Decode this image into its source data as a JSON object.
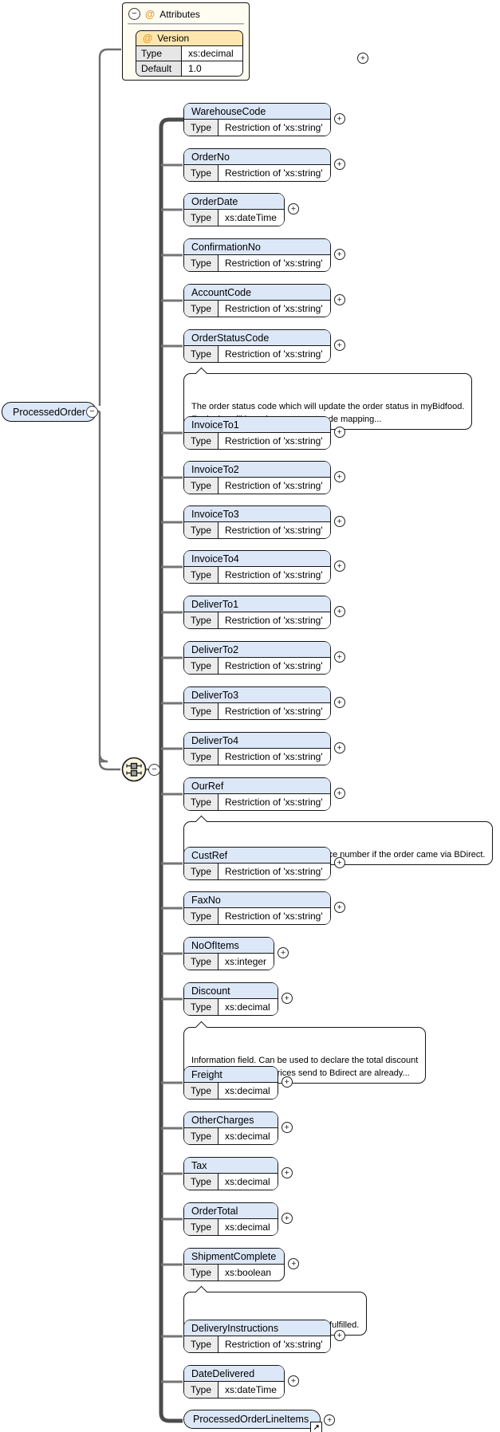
{
  "root": {
    "name": "ProcessedOrder"
  },
  "labels": {
    "type": "Type"
  },
  "icons": {
    "collapse": "−",
    "expand": "+",
    "attribute": "@",
    "reference": "↗"
  },
  "colors": {
    "element_header": "#dce7f7",
    "attribute_header": "#fde7ae",
    "attributes_panel": "#fffdf2",
    "type_label_cell": "#ececec",
    "connector_trunk": "#4c4c4c",
    "connector_line": "#6e6e6e"
  },
  "attributes_panel": {
    "title": "Attributes",
    "attribute": {
      "name": "Version",
      "rows": [
        {
          "label": "Type",
          "value": "xs:decimal"
        },
        {
          "label": "Default",
          "value": "1.0"
        }
      ]
    }
  },
  "elements": [
    {
      "name": "WarehouseCode",
      "type": "Restriction of 'xs:string'"
    },
    {
      "name": "OrderNo",
      "type": "Restriction of 'xs:string'"
    },
    {
      "name": "OrderDate",
      "type": "xs:dateTime"
    },
    {
      "name": "ConfirmationNo",
      "type": "Restriction of 'xs:string'"
    },
    {
      "name": "AccountCode",
      "type": "Restriction of 'xs:string'"
    },
    {
      "name": "OrderStatusCode",
      "type": "Restriction of 'xs:string'",
      "annotation": "The order status code which will update the order status in myBidfood.\nEach site will have is own status code mapping..."
    },
    {
      "name": "InvoiceTo1",
      "type": "Restriction of 'xs:string'"
    },
    {
      "name": "InvoiceTo2",
      "type": "Restriction of 'xs:string'"
    },
    {
      "name": "InvoiceTo3",
      "type": "Restriction of 'xs:string'"
    },
    {
      "name": "InvoiceTo4",
      "type": "Restriction of 'xs:string'"
    },
    {
      "name": "DeliverTo1",
      "type": "Restriction of 'xs:string'"
    },
    {
      "name": "DeliverTo2",
      "type": "Restriction of 'xs:string'"
    },
    {
      "name": "DeliverTo3",
      "type": "Restriction of 'xs:string'"
    },
    {
      "name": "DeliverTo4",
      "type": "Restriction of 'xs:string'"
    },
    {
      "name": "OurRef",
      "type": "Restriction of 'xs:string'",
      "annotation": "The originating Web Order Reference number if the order came via BDirect."
    },
    {
      "name": "CustRef",
      "type": "Restriction of 'xs:string'"
    },
    {
      "name": "FaxNo",
      "type": "Restriction of 'xs:string'"
    },
    {
      "name": "NoOfItems",
      "type": "xs:integer"
    },
    {
      "name": "Discount",
      "type": "xs:decimal",
      "annotation": "Information field. Can be used to declare the total discount\napplied to the order. Prices send to Bdirect are already..."
    },
    {
      "name": "Freight",
      "type": "xs:decimal"
    },
    {
      "name": "OtherCharges",
      "type": "xs:decimal"
    },
    {
      "name": "Tax",
      "type": "xs:decimal"
    },
    {
      "name": "OrderTotal",
      "type": "xs:decimal"
    },
    {
      "name": "ShipmentComplete",
      "type": "xs:boolean",
      "annotation": "Indicates the entire order has been fulfilled."
    },
    {
      "name": "DeliveryInstructions",
      "type": "Restriction of 'xs:string'"
    },
    {
      "name": "DateDelivered",
      "type": "xs:dateTime"
    },
    {
      "name": "ProcessedOrderLineItems",
      "type": ""
    }
  ]
}
